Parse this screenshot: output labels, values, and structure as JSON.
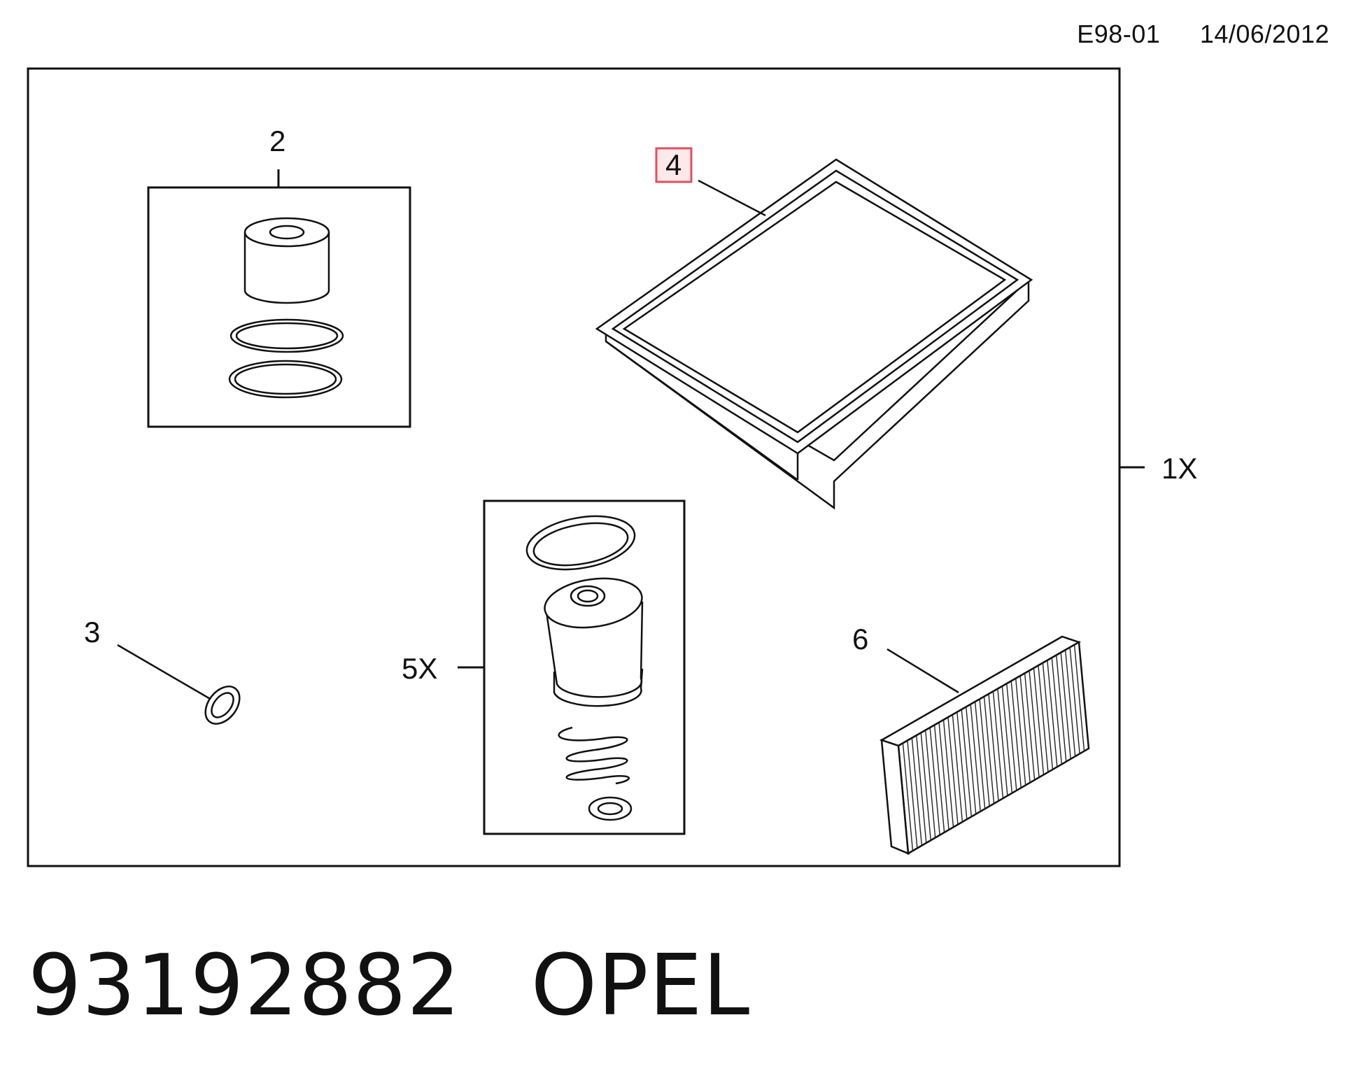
{
  "header": {
    "code": "E98-01",
    "date": "14/06/2012"
  },
  "callouts": {
    "c1": "1X",
    "c2": "2",
    "c3": "3",
    "c4": "4",
    "c5": "5X",
    "c6": "6"
  },
  "footer": {
    "part_number": "93192882",
    "brand": "OPEL"
  },
  "colors": {
    "highlight_fill": "#fde8ea",
    "highlight_stroke": "#e05060"
  }
}
